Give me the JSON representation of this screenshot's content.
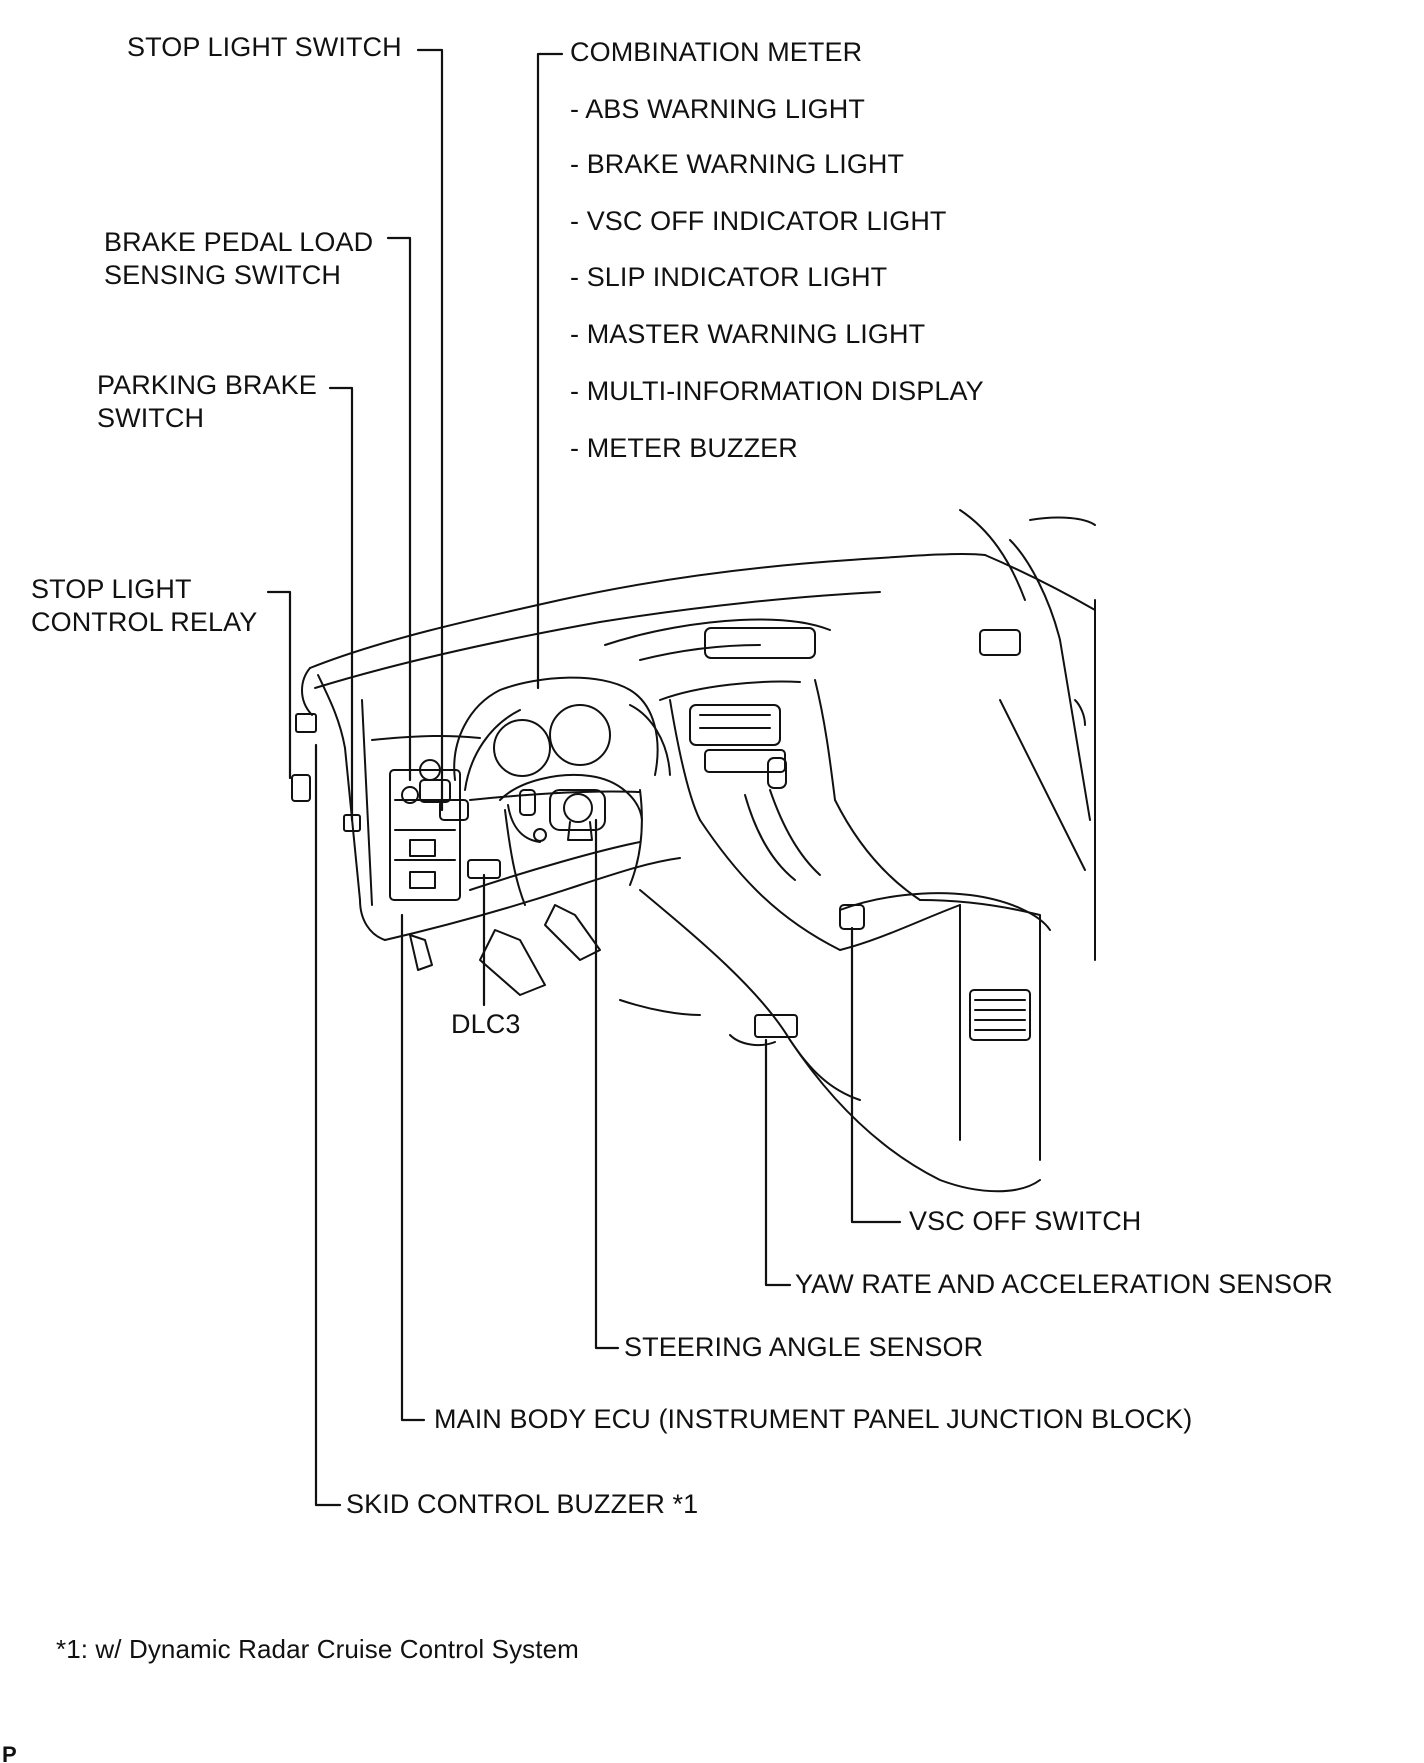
{
  "labels": {
    "stop_light_switch": "STOP LIGHT SWITCH",
    "combination_meter": "COMBINATION METER",
    "meter_items": [
      "- ABS WARNING LIGHT",
      "- BRAKE WARNING LIGHT",
      "- VSC OFF INDICATOR LIGHT",
      "- SLIP INDICATOR LIGHT",
      "- MASTER WARNING LIGHT",
      "- MULTI-INFORMATION DISPLAY",
      "- METER BUZZER"
    ],
    "brake_pedal_load_sensing_switch": "BRAKE PEDAL LOAD\nSENSING SWITCH",
    "parking_brake_switch": "PARKING BRAKE\nSWITCH",
    "stop_light_control_relay": "STOP LIGHT\nCONTROL RELAY",
    "dlc3": "DLC3",
    "vsc_off_switch": "VSC OFF SWITCH",
    "yaw_rate_sensor": "YAW RATE AND ACCELERATION SENSOR",
    "steering_angle_sensor": "STEERING ANGLE SENSOR",
    "main_body_ecu": "MAIN BODY ECU (INSTRUMENT PANEL JUNCTION BLOCK)",
    "skid_control_buzzer": "SKID CONTROL BUZZER *1"
  },
  "footnote": "*1: w/ Dynamic Radar Cruise Control System",
  "corner_mark": "P"
}
